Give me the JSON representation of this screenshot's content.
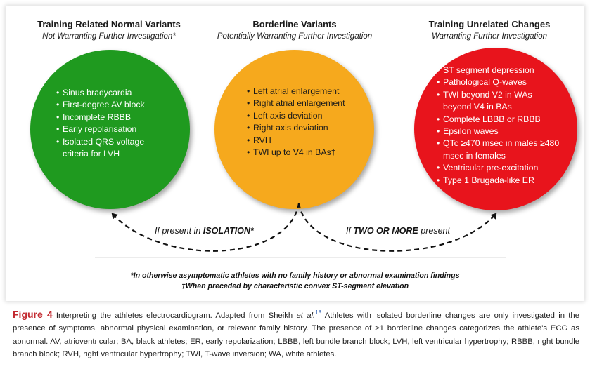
{
  "columns": [
    {
      "title": "Training Related Normal Variants",
      "subtitle": "Not Warranting Further Investigation*",
      "color": "#1f9a1f",
      "items": [
        "Sinus bradycardia",
        "First-degree AV block",
        "Incomplete RBBB",
        "Early repolarisation",
        "Isolated QRS voltage criteria for LVH"
      ]
    },
    {
      "title": "Borderline Variants",
      "subtitle": "Potentially Warranting Further Investigation",
      "color": "#f6a91d",
      "items": [
        "Left atrial enlargement",
        "Right atrial enlargement",
        "Left axis deviation",
        "Right axis deviation",
        "RVH",
        "TWI up to V4 in BAs†"
      ]
    },
    {
      "title": "Training Unrelated Changes",
      "subtitle": "Warranting Further Investigation",
      "color": "#e8141c",
      "items": [
        "ST segment depression",
        "Pathological Q-waves",
        "TWI beyond V2 in WAs beyond V4 in BAs",
        "Complete LBBB or RBBB",
        "Epsilon waves",
        "QTc ≥470 msec in males ≥480 msec in females",
        "Ventricular pre-excitation",
        "Type 1 Brugada-like ER"
      ]
    }
  ],
  "arrows": {
    "left_prefix": "If present in ",
    "left_bold": "ISOLATION*",
    "right_prefix": "If ",
    "right_bold": "TWO OR MORE",
    "right_suffix": " present"
  },
  "footnotes": {
    "line1": "*In otherwise asymptomatic athletes with no family history or abnormal examination findings",
    "line2": "†When preceded by characteristic convex ST-segment elevation"
  },
  "caption": {
    "label": "Figure 4",
    "text_1": " Interpreting the athletes electrocardiogram. Adapted from Sheikh ",
    "et_al": "et al.",
    "ref": "18",
    "text_2": " Athletes with isolated borderline changes are only investigated in the presence of symptoms, abnormal physical examination, or relevant family history. The presence of >1 borderline changes categorizes the athlete's ECG as abnormal. AV, atrioventricular; BA, black athletes; ER, early repolarization; LBBB, left bundle branch block; LVH, left ventricular hypertrophy; RBBB, right bundle branch block; RVH, right ventricular hypertrophy; TWI, T-wave inversion; WA, white athletes."
  }
}
